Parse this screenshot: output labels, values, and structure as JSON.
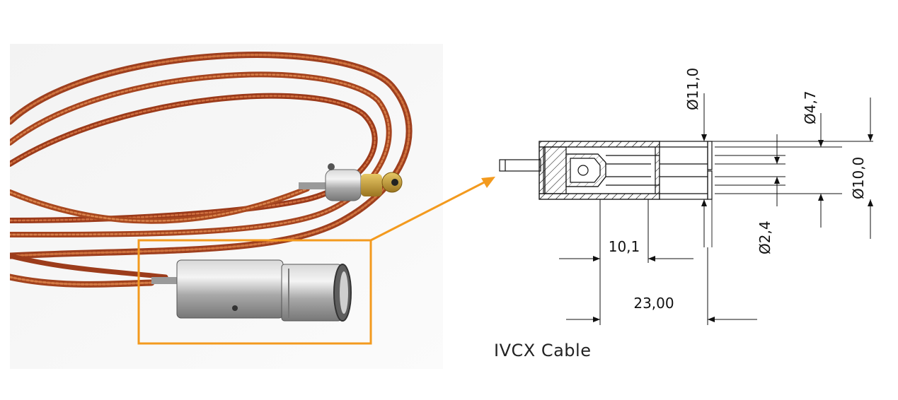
{
  "caption": "IVCX Cable",
  "dimensions": {
    "outer_diameter": "Ø11,0",
    "diameter_4_7": "Ø4,7",
    "diameter_10_0": "Ø10,0",
    "diameter_2_4": "Ø2,4",
    "length_10_1": "10,1",
    "length_23_00": "23,00"
  },
  "colors": {
    "highlight": "#f39a1e",
    "cable": "#b4502a",
    "line": "#111111"
  }
}
